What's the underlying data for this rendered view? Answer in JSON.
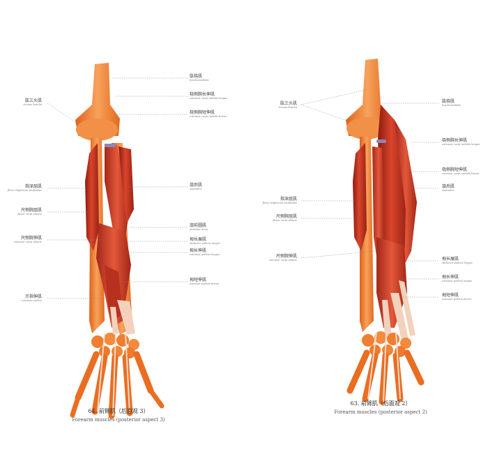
{
  "figures": [
    {
      "caption_zh": "64. 前臂肌（后面观 3）",
      "caption_en": "Forearm muscles (posterior aspect 3)",
      "labels_left": [
        {
          "zh": "肱三头肌",
          "en": "triceps brachii"
        },
        {
          "zh": "指深屈肌",
          "en": "flexor digitorum profundus"
        },
        {
          "zh": "尺侧腕屈肌",
          "en": "flexor carpi ulnaris"
        },
        {
          "zh": "尺侧腕伸肌",
          "en": "extensor carpi ulnaris"
        },
        {
          "zh": "示指伸肌",
          "en": "extensor indicis"
        }
      ],
      "labels_right": [
        {
          "zh": "肱桡肌",
          "en": "brachioradialis"
        },
        {
          "zh": "桡侧腕长伸肌",
          "en": "extensor carpi radialis longus"
        },
        {
          "zh": "桡侧腕短伸肌",
          "en": "extensor carpi radialis brevis"
        },
        {
          "zh": "旋后肌",
          "en": "supinator"
        },
        {
          "zh": "旋前圆肌",
          "en": "pronator teres"
        },
        {
          "zh": "拇长展肌",
          "en": "abductor pollicis longus"
        },
        {
          "zh": "拇长伸肌",
          "en": "extensor pollicis longus"
        },
        {
          "zh": "拇短伸肌",
          "en": "extensor pollicis brevis"
        }
      ]
    },
    {
      "caption_zh": "63. 前臂肌（后面观 2）",
      "caption_en": "Forearm muscles (posterior aspect 2)",
      "labels_left": [
        {
          "zh": "肱三头肌",
          "en": "triceps brachii"
        },
        {
          "zh": "指深屈肌",
          "en": "flexor digitorum profundus"
        },
        {
          "zh": "尺侧腕屈肌",
          "en": "flexor carpi ulnaris"
        },
        {
          "zh": "尺侧腕伸肌",
          "en": "extensor carpi ulnaris"
        }
      ],
      "labels_right": [
        {
          "zh": "肱桡肌",
          "en": "brachioradialis"
        },
        {
          "zh": "桡侧腕长伸肌",
          "en": "extensor carpi radialis longus"
        },
        {
          "zh": "桡侧腕短伸肌",
          "en": "extensor carpi radialis brevis"
        },
        {
          "zh": "旋后肌",
          "en": "supinator"
        },
        {
          "zh": "拇长展肌",
          "en": "abductor pollicis longus"
        },
        {
          "zh": "拇长伸肌",
          "en": "extensor pollicis longus"
        },
        {
          "zh": "拇短伸肌",
          "en": "extensor pollicis brevis"
        }
      ]
    }
  ],
  "colors": {
    "bone": "#f07a2a",
    "bone_light": "#f6a060",
    "muscle": "#c8301c",
    "muscle_dark": "#8e1a10",
    "tendon": "#f3d6c4",
    "leader": "#888888"
  }
}
